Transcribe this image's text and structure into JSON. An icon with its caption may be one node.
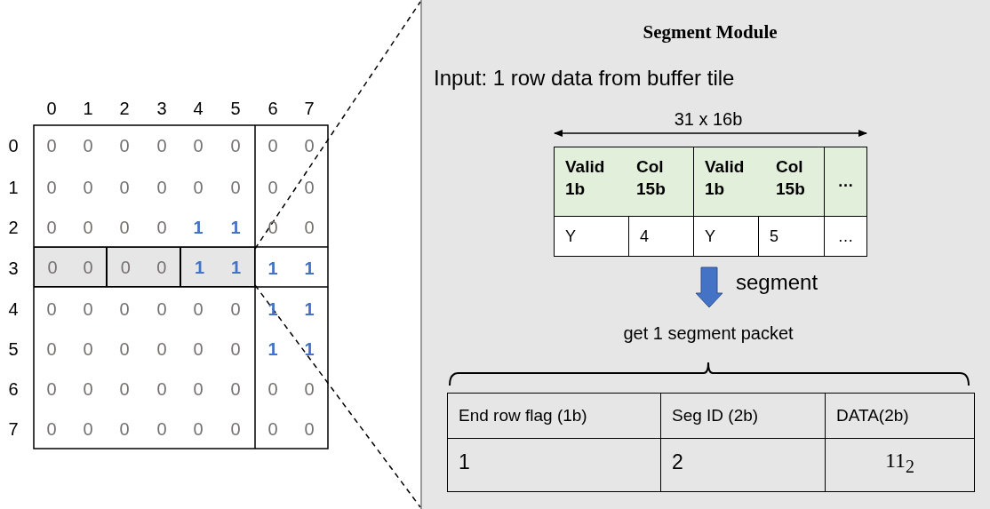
{
  "diagram": {
    "nodes": [
      {
        "text": [
          "0",
          "0"
        ]
      },
      {
        "text": [
          "0",
          "0"
        ]
      },
      {
        "text": [
          "1",
          "1"
        ]
      },
      {
        "text": [
          "Segment Module",
          "Input: 1 row data from buffer tile"
        ]
      }
    ],
    "edges": [
      {
        "from": 2,
        "to": 3,
        "arrow": "none",
        "style": "dashed"
      },
      {
        "from": 2,
        "to": 3,
        "arrow": "none",
        "style": "dashed"
      }
    ],
    "labels": [
      "0",
      "1",
      "2",
      "3",
      "4",
      "5",
      "6",
      "7",
      "0",
      "0",
      "0",
      "0",
      "0",
      "0",
      "0",
      "0",
      "0",
      "1",
      "0",
      "0",
      "0",
      "0",
      "0",
      "0",
      "0",
      "0",
      "2",
      "0",
      "0",
      "0",
      "0",
      "1",
      "1",
      "0",
      "0",
      "3",
      "1",
      "1",
      "4",
      "0",
      "0",
      "0",
      "0",
      "0",
      "0",
      "1",
      "1",
      "5",
      "0",
      "0",
      "0",
      "0",
      "0",
      "0",
      "1",
      "1",
      "6",
      "0",
      "0",
      "0",
      "0",
      "0",
      "0",
      "0",
      "0",
      "7",
      "0",
      "0",
      "0",
      "0",
      "0",
      "0",
      "0",
      "0",
      "31 x 16b",
      "Valid 1b",
      "Col 15b",
      "Valid 1b",
      "Col 15b",
      "…",
      "Y",
      "4",
      "Y",
      "5",
      "…",
      "segment",
      "get 1 segment packet",
      "End row flag (1b)",
      "Seg ID (2b)",
      "DATA(2b)",
      "1",
      "2",
      "11$_{2}$"
    ]
  }
}
